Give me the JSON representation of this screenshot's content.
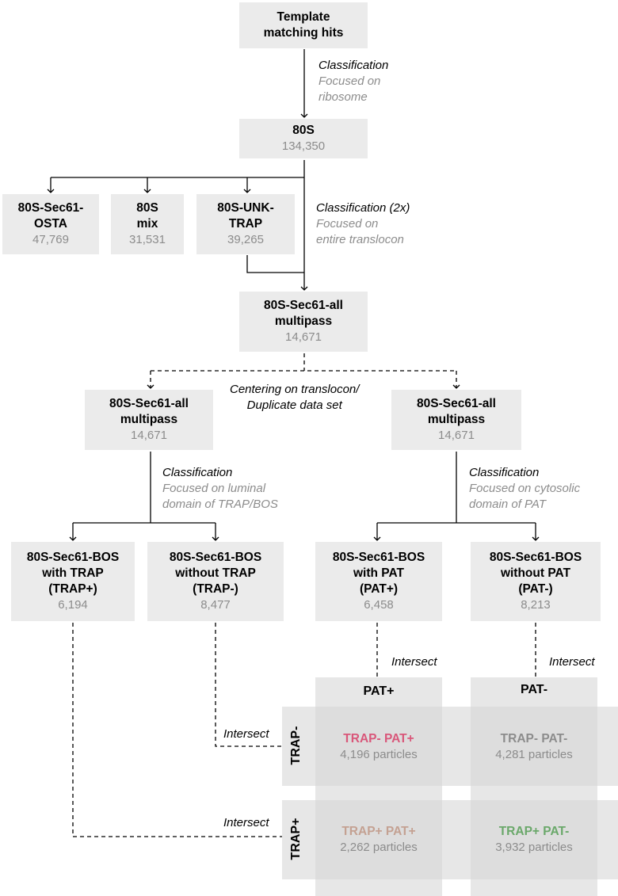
{
  "boxes": {
    "template": {
      "l1": "Template",
      "l2": "matching hits"
    },
    "s80": {
      "l1": "80S",
      "n": "134,350"
    },
    "osta": {
      "l1": "80S-Sec61-",
      "l2": "OSTA",
      "n": "47,769"
    },
    "mix": {
      "l1": "80S",
      "l2": "mix",
      "n": "31,531"
    },
    "unk": {
      "l1": "80S-UNK-",
      "l2": "TRAP",
      "n": "39,265"
    },
    "allmp": {
      "l1": "80S-Sec61-all",
      "l2": "multipass",
      "n": "14,671"
    },
    "allmp_left": {
      "l1": "80S-Sec61-all",
      "l2": "multipass",
      "n": "14,671"
    },
    "allmp_right": {
      "l1": "80S-Sec61-all",
      "l2": "multipass",
      "n": "14,671"
    },
    "trap_plus": {
      "l1": "80S-Sec61-BOS",
      "l2": "with TRAP",
      "l3": "(TRAP+)",
      "n": "6,194"
    },
    "trap_minus": {
      "l1": "80S-Sec61-BOS",
      "l2": "without TRAP",
      "l3": "(TRAP-)",
      "n": "8,477"
    },
    "pat_plus": {
      "l1": "80S-Sec61-BOS",
      "l2": "with PAT",
      "l3": "(PAT+)",
      "n": "6,458"
    },
    "pat_minus": {
      "l1": "80S-Sec61-BOS",
      "l2": "without PAT",
      "l3": "(PAT-)",
      "n": "8,213"
    }
  },
  "notes": {
    "c1": {
      "a": "Classification",
      "b1": "Focused on",
      "b2": "ribosome"
    },
    "c2": {
      "a": "Classification (2x)",
      "b1": "Focused on",
      "b2": "entire translocon"
    },
    "center": {
      "a1": "Centering on translocon/",
      "a2": "Duplicate data set"
    },
    "c3": {
      "a": "Classification",
      "b1": "Focused on luminal",
      "b2": "domain of TRAP/BOS"
    },
    "c4": {
      "a": "Classification",
      "b1": "Focused on cytosolic",
      "b2": "domain of PAT"
    },
    "intersect": "Intersect"
  },
  "matrix": {
    "col_pat_plus": "PAT+",
    "col_pat_minus": "PAT-",
    "row_trap_minus": "TRAP-",
    "row_trap_plus": "TRAP+",
    "cells": {
      "tm_pp": {
        "label": "TRAP- PAT+",
        "count": "4,196 particles",
        "color": "#d9577a"
      },
      "tm_pm": {
        "label": "TRAP- PAT-",
        "count": "4,281 particles",
        "color": "#8c8c8c"
      },
      "tp_pp": {
        "label": "TRAP+ PAT+",
        "count": "2,262 particles",
        "color": "#c4a192"
      },
      "tp_pm": {
        "label": "TRAP+ PAT-",
        "count": "3,932 particles",
        "color": "#6aa86a"
      }
    }
  }
}
